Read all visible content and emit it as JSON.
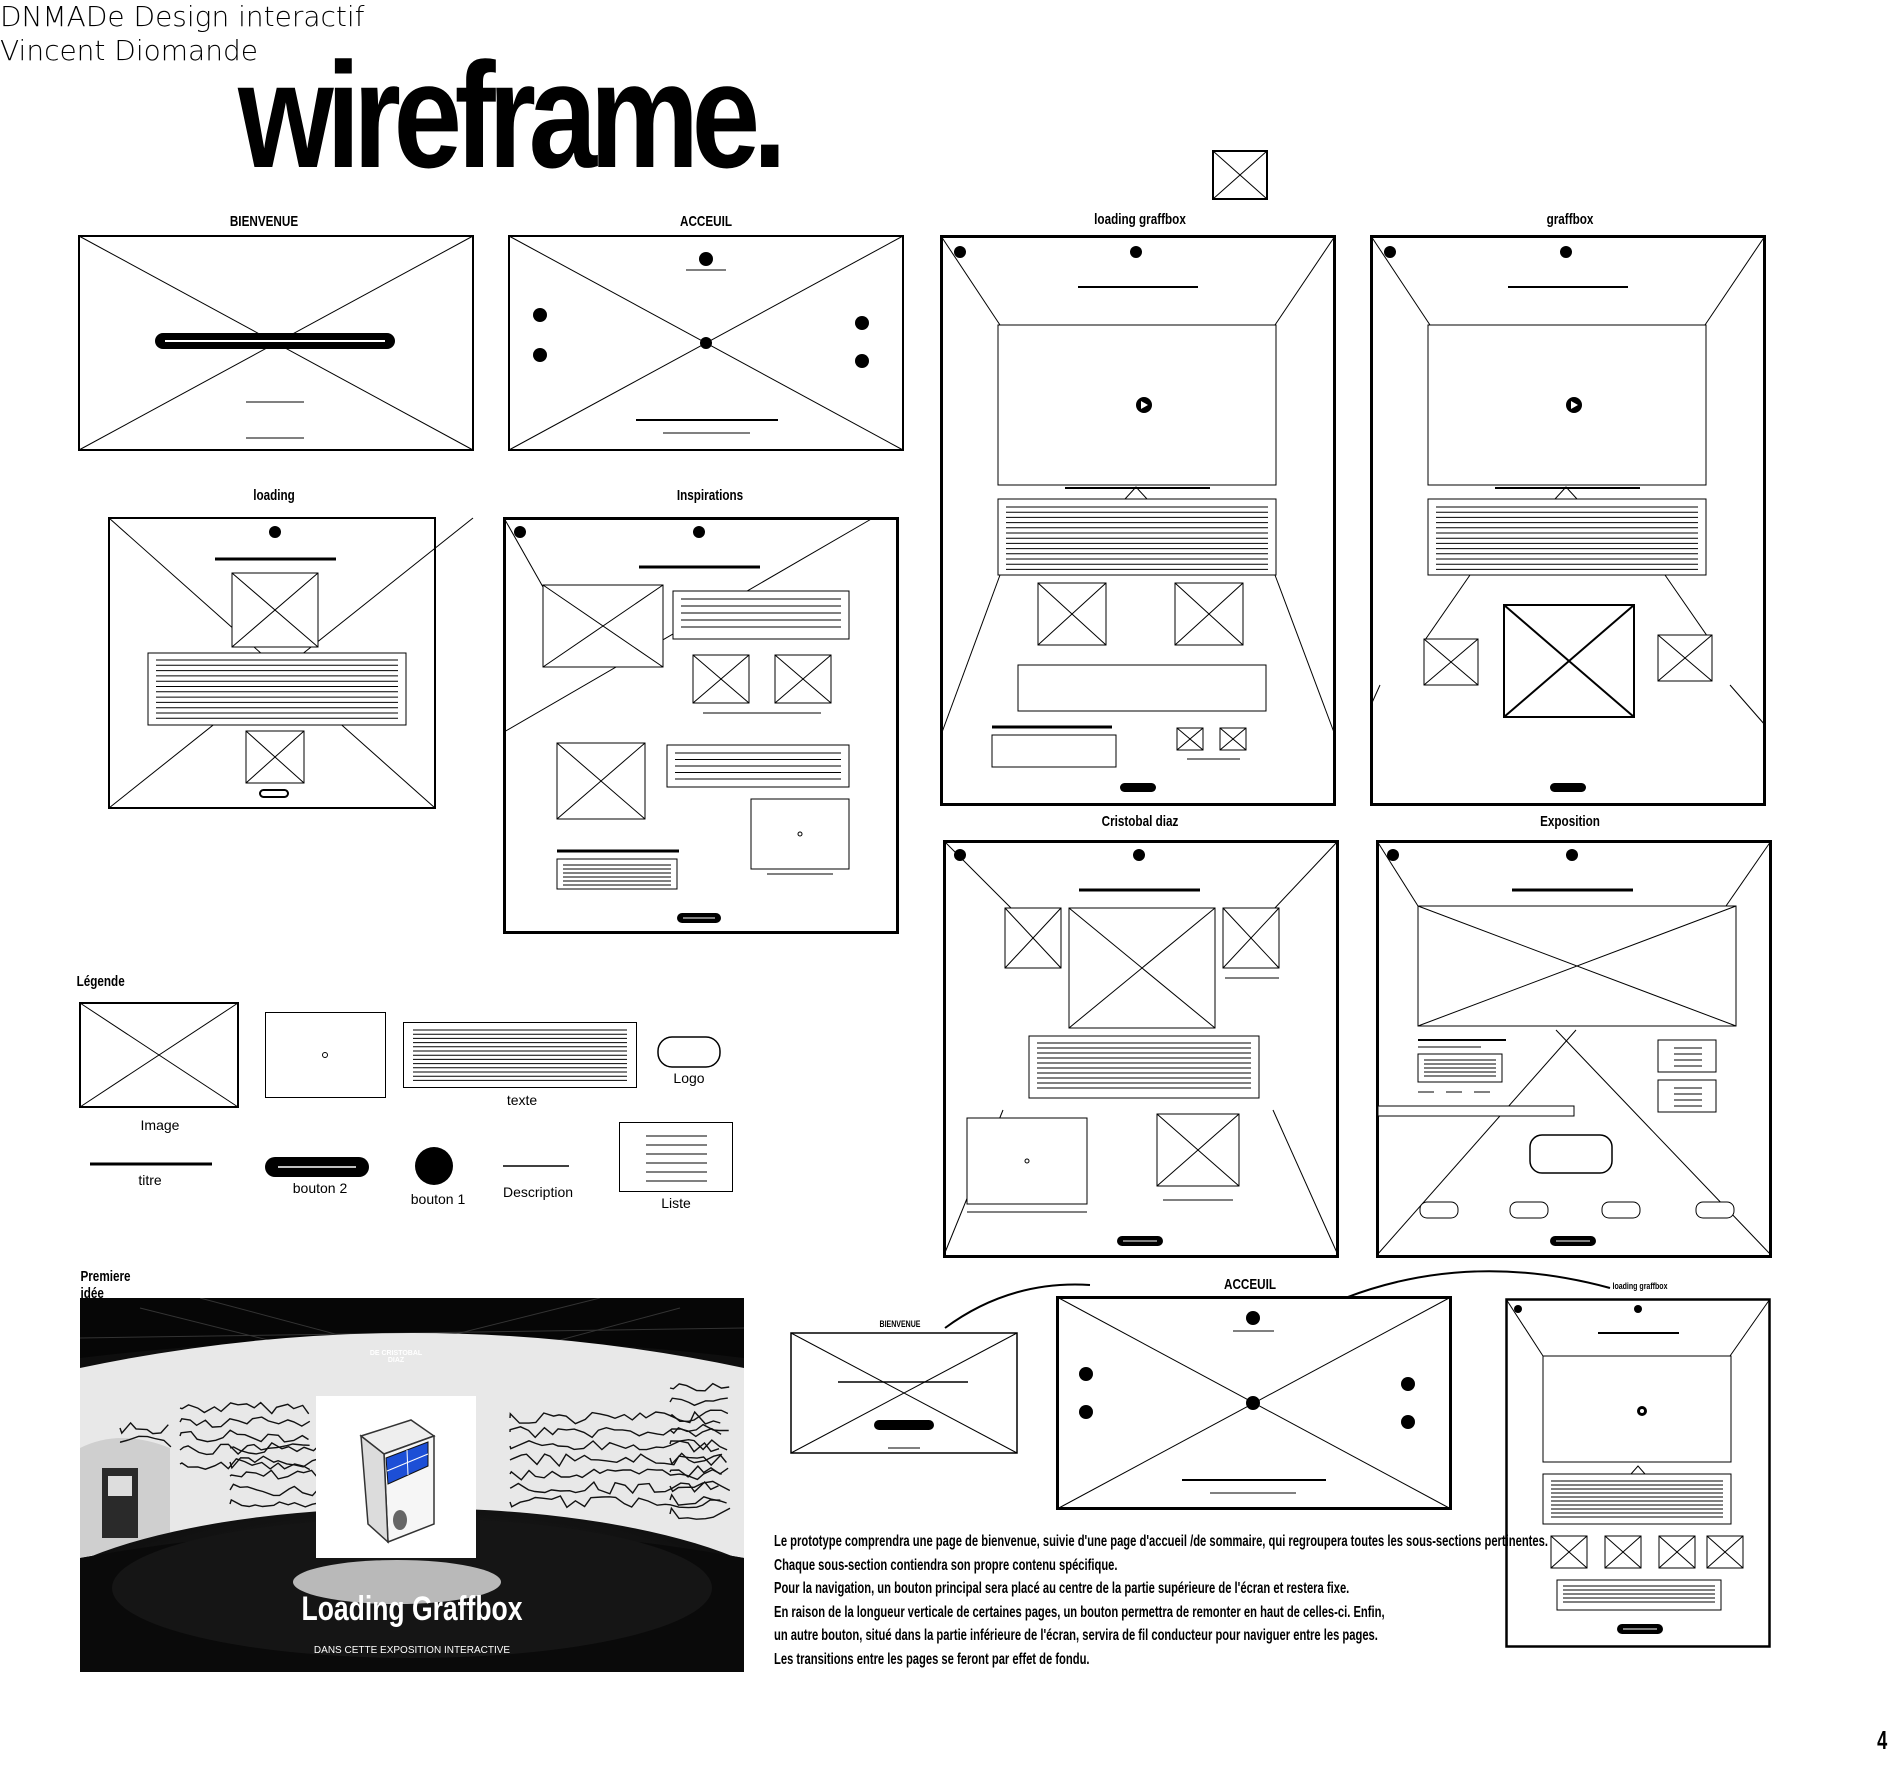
{
  "header": {
    "line1": "DNMADe Design interactif",
    "line2": "Vincent Diomande"
  },
  "title": "wireframe.",
  "frames": {
    "bienvenue": "BIENVENUE",
    "acceuil": "ACCEUIL",
    "loading_graffbox": "loading graffbox",
    "graffbox": "graffbox",
    "loading": "loading",
    "inspirations": "Inspirations",
    "cristobal": "Cristobal diaz",
    "exposition": "Exposition",
    "mini_bienvenue": "BIENVENUE",
    "mini_acceuil": "ACCEUIL",
    "mini_loading_graffbox": "loading graffbox"
  },
  "legend": {
    "heading": "Légende",
    "image": "Image",
    "texte": "texte",
    "logo": "Logo",
    "titre": "titre",
    "bouton2": "bouton 2",
    "bouton1": "bouton 1",
    "description": "Description",
    "liste": "Liste"
  },
  "premiere": {
    "heading": "Premiere idée",
    "sign": "DE CRISTOBAL DIAZ",
    "title": "Loading Graffbox",
    "subtitle": "DANS CETTE EXPOSITION INTERACTIVE"
  },
  "description_lines": [
    "Le prototype comprendra une page de bienvenue, suivie d'une page d'accueil /de sommaire, qui regroupera toutes les sous-sections pertinentes.",
    "Chaque sous-section contiendra son propre contenu spécifique.",
    "Pour la navigation, un bouton principal sera placé au centre de la partie supérieure de l'écran et restera fixe.",
    "En raison de la longueur verticale de certaines pages, un bouton permettra de remonter en haut de celles-ci. Enfin,",
    "un autre bouton, situé dans la partie inférieure de l'écran, servira de fil conducteur pour naviguer entre les pages.",
    "Les transitions entre les pages se feront par effet de fondu."
  ],
  "page_number": "4",
  "colors": {
    "ink": "#000000",
    "screen_blue": "#1d4fd6"
  }
}
